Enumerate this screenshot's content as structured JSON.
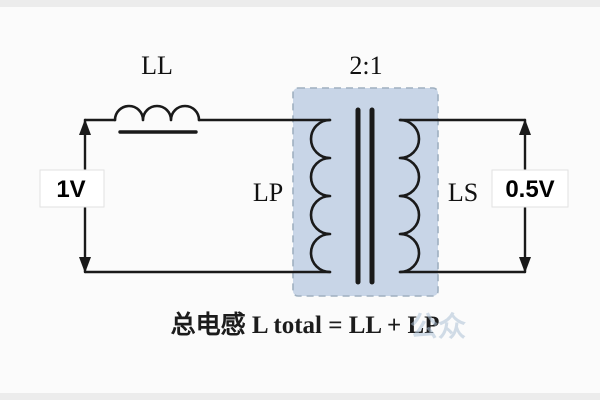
{
  "diagram": {
    "labels": {
      "leakage_inductor": "LL",
      "turns_ratio": "2:1",
      "primary_winding": "LP",
      "secondary_winding": "LS",
      "input_voltage": "1V",
      "output_voltage": "0.5V",
      "formula": "总电感 L total = LL + LP",
      "watermark": "公众"
    },
    "colors": {
      "wire": "#1a1a1a",
      "transformer_box_fill": "#c8d5e7",
      "transformer_box_border": "#9fb0c0",
      "watermark_color": "#aec2d6"
    }
  }
}
